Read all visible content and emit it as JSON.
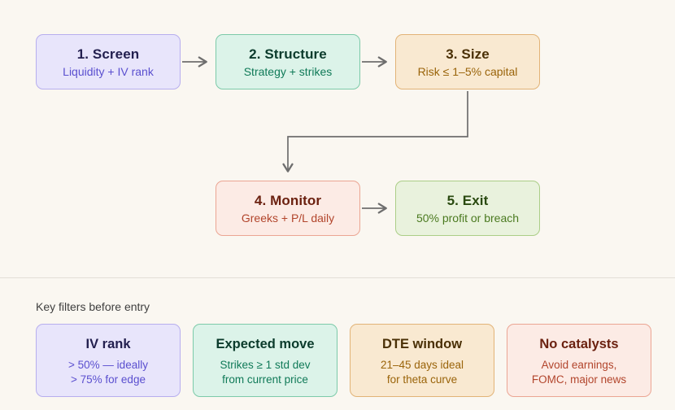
{
  "flow": {
    "nodes": [
      {
        "title": "1. Screen",
        "subtitle": "Liquidity + IV rank",
        "theme": "purple"
      },
      {
        "title": "2. Structure",
        "subtitle": "Strategy + strikes",
        "theme": "mint"
      },
      {
        "title": "3. Size",
        "subtitle": "Risk ≤ 1–5% capital",
        "theme": "amber"
      },
      {
        "title": "4. Monitor",
        "subtitle": "Greeks + P/L daily",
        "theme": "rose"
      },
      {
        "title": "5. Exit",
        "subtitle": "50% profit or breach",
        "theme": "green"
      }
    ],
    "connections": [
      {
        "from": "1. Screen",
        "to": "2. Structure",
        "shape": "straight"
      },
      {
        "from": "2. Structure",
        "to": "3. Size",
        "shape": "straight"
      },
      {
        "from": "3. Size",
        "to": "4. Monitor",
        "shape": "elbow"
      },
      {
        "from": "4. Monitor",
        "to": "5. Exit",
        "shape": "straight"
      }
    ]
  },
  "filters": {
    "heading": "Key filters before entry",
    "cards": [
      {
        "title": "IV rank",
        "lines": [
          "> 50% — ideally",
          "> 75% for edge"
        ],
        "theme": "purple"
      },
      {
        "title": "Expected move",
        "lines": [
          "Strikes ≥ 1 std dev",
          "from current price"
        ],
        "theme": "mint"
      },
      {
        "title": "DTE window",
        "lines": [
          "21–45 days ideal",
          "for theta curve"
        ],
        "theme": "amber"
      },
      {
        "title": "No catalysts",
        "lines": [
          "Avoid earnings,",
          "FOMC, major news"
        ],
        "theme": "rose"
      }
    ]
  },
  "palette": {
    "background": "#faf7f1",
    "connector": "#6e6e6e",
    "divider": "#e3dfd7",
    "purple": {
      "bg": "#e8e5fb",
      "border": "#b7aeee",
      "title": "#23204f",
      "text": "#5a4fcf"
    },
    "mint": {
      "bg": "#dcf3e9",
      "border": "#7ccaa9",
      "title": "#0b3b2c",
      "text": "#107a58"
    },
    "amber": {
      "bg": "#f9e9d1",
      "border": "#e2b377",
      "title": "#4a3006",
      "text": "#9a640a"
    },
    "rose": {
      "bg": "#fcebe5",
      "border": "#eba593",
      "title": "#6b2110",
      "text": "#b2452c"
    },
    "green": {
      "bg": "#e9f2dd",
      "border": "#abce87",
      "title": "#2a4a10",
      "text": "#4b7a20"
    }
  }
}
